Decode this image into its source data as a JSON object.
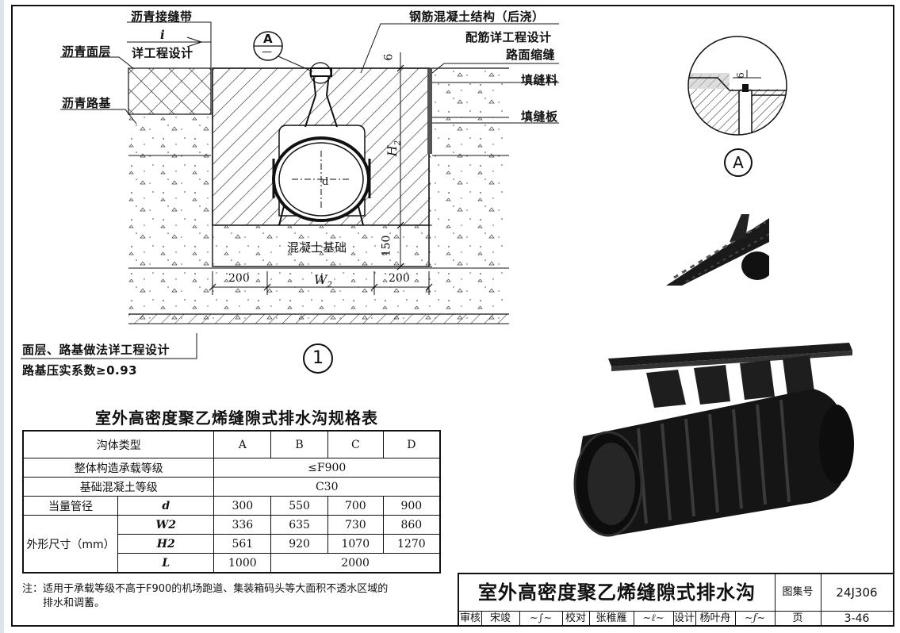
{
  "drawing": {
    "labels": {
      "asphalt_joint_tape": "沥青接缝带",
      "rc_structure": "钢筋混凝土结构（后浇）",
      "asphalt_surface": "沥青面层",
      "slope_symbol": "i",
      "per_project_design": "详工程设计",
      "rebar_per_project": "配筋详工程设计",
      "road_shrinkage_joint": "路面缩缝",
      "asphalt_subgrade": "沥青路基",
      "filler": "填缝料",
      "filler_board": "填缝板",
      "concrete_base": "混凝土基础",
      "surface_subgrade_note": "面层、路基做法详工程设计",
      "compaction_note": "路基压实系数≥0.93",
      "section_callout_letter": "A",
      "section_callout_sub": "—",
      "detail_letter": "A",
      "view_number": "1"
    },
    "dimensions": {
      "top_gap": "6",
      "height": "H",
      "height_sub": "2",
      "base_thickness": "150",
      "side_left": "200",
      "width": "W",
      "width_sub": "2",
      "side_right": "200",
      "pipe_dia": "d",
      "detail_gap": "6"
    }
  },
  "spec_table": {
    "title": "室外高密度聚乙烯缝隙式排水沟规格表",
    "header": {
      "type_label": "沟体类型",
      "cols": [
        "A",
        "B",
        "C",
        "D"
      ]
    },
    "rows": {
      "load_label": "整体构造承载等级",
      "load_value": "≤F900",
      "concrete_label": "基础混凝土等级",
      "concrete_value": "C30",
      "equiv_label": "当量管径",
      "d_symbol": "d",
      "d_values": [
        "300",
        "550",
        "700",
        "900"
      ],
      "outer_label": "外形尺寸（mm）",
      "w_symbol": "W2",
      "w_values": [
        "336",
        "635",
        "730",
        "860"
      ],
      "h_symbol": "H2",
      "h_values": [
        "561",
        "920",
        "1070",
        "1270"
      ],
      "l_symbol": "L",
      "l_value_a": "1000",
      "l_value_bcd": "2000"
    }
  },
  "note": {
    "prefix": "注：",
    "line1": "适用于承载等级不高于F900的机场跑道、集装箱码头等大面积不透水区域的",
    "line2": "排水和调蓄。"
  },
  "title_block": {
    "title": "室外高密度聚乙烯缝隙式排水沟",
    "atlas_label": "图集号",
    "atlas_no": "24J306",
    "review_label": "审核",
    "review_name": "宋竣",
    "check_label": "校对",
    "check_name": "张稚雁",
    "design_label": "设计",
    "design_name": "杨叶舟",
    "page_label": "页",
    "page_no": "3-46"
  }
}
